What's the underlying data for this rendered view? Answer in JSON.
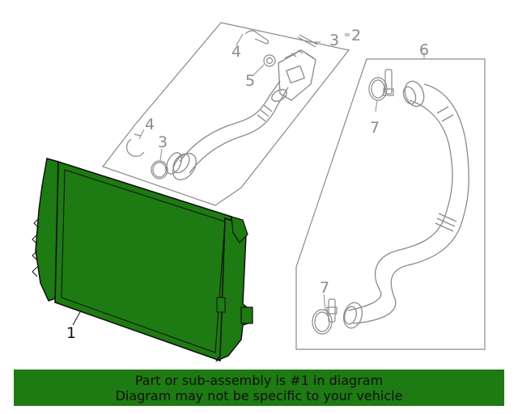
{
  "callouts": {
    "part1": "1",
    "part2": "2",
    "part3_top": "3",
    "part3_left": "3",
    "part4_top": "4",
    "part4_left": "4",
    "part5": "5",
    "part6": "6",
    "part7_top": "7",
    "part7_bottom": "7"
  },
  "banner": {
    "line1": "Part or sub-assembly is #1 in diagram",
    "line2": "Diagram may not be specific to your vehicle"
  },
  "colors": {
    "highlight": "#1e7a12",
    "banner_bg": "#1e7a12",
    "linework_grey": "#8a8a8a",
    "linework_black": "#111111"
  }
}
